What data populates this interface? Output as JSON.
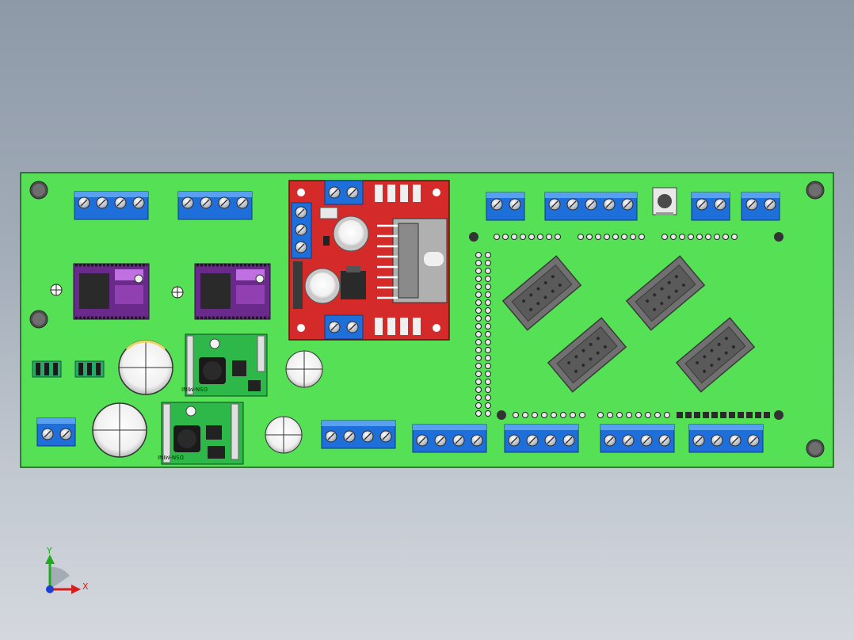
{
  "viewport": {
    "background_top": "#8e99a8",
    "background_bottom": "#d4d8de"
  },
  "board": {
    "pcb_color": "#55e055",
    "terminal_color": "#1e6fd9",
    "motor_driver_color": "#d42a2a",
    "stepper_driver_color": "#6a2a8c",
    "converter_color": "#2fb84a",
    "ribbon_header_color": "#6a6a6a"
  },
  "modules": {
    "buck_converter_1": {
      "marking": "DSN-MINI"
    },
    "buck_converter_2": {
      "marking": "DSN-MINI"
    }
  },
  "triad": {
    "y_label": "Y",
    "x_label": "X",
    "y_color": "#1faa1f",
    "x_color": "#d41f1f",
    "z_color": "#1f3fd4"
  }
}
